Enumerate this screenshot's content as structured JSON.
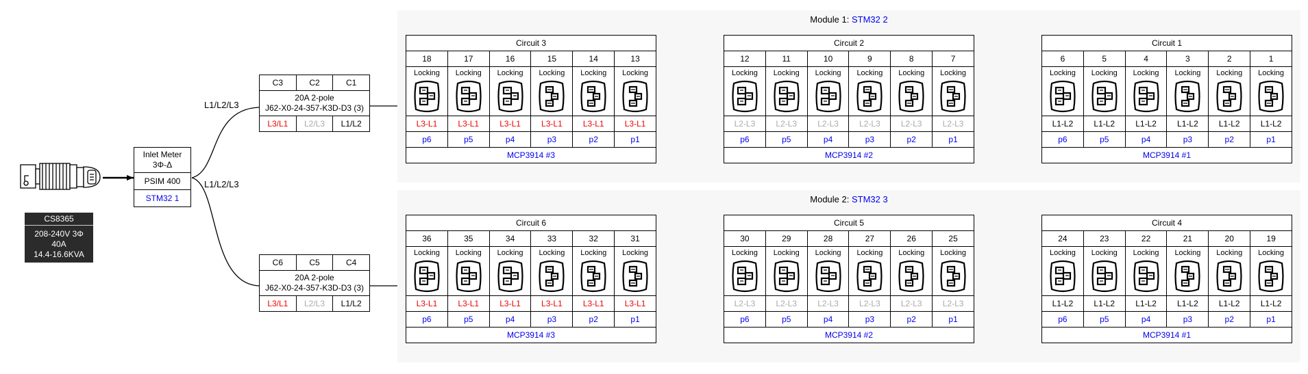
{
  "plug": {
    "icon": "power-inlet-plug-icon"
  },
  "spec_box": {
    "title": "CS8365",
    "lines": [
      "208-240V 3Φ",
      "40A",
      "14.4-16.6KVA"
    ]
  },
  "meter": {
    "title_line1": "Inlet Meter",
    "title_line2": "3Φ-Δ",
    "model": "PSIM 400",
    "mcu": "STM32 1"
  },
  "wire_labels": {
    "upper": "L1/L2/L3",
    "lower": "L1/L2/L3"
  },
  "breakers": [
    {
      "cols": [
        "C3",
        "C2",
        "C1"
      ],
      "desc_line1": "20A 2-pole",
      "desc_line2": "J62-X0-24-357-K3D-D3 (3)",
      "phases": [
        {
          "text": "L3/L1",
          "color": "red"
        },
        {
          "text": "L2/L3",
          "color": "grey"
        },
        {
          "text": "L1/L2",
          "color": "black"
        }
      ]
    },
    {
      "cols": [
        "C6",
        "C5",
        "C4"
      ],
      "desc_line1": "20A 2-pole",
      "desc_line2": "J62-X0-24-357-K3D-D3 (3)",
      "phases": [
        {
          "text": "L3/L1",
          "color": "red"
        },
        {
          "text": "L2/L3",
          "color": "grey"
        },
        {
          "text": "L1/L2",
          "color": "black"
        }
      ]
    }
  ],
  "modules": [
    {
      "title_prefix": "Module 1: ",
      "mcu": "STM32 2",
      "circuits": [
        {
          "title": "Circuit 3",
          "outlets": [
            "18",
            "17",
            "16",
            "15",
            "14",
            "13"
          ],
          "lock": "Locking",
          "phase": "L3-L1",
          "phase_color": "red",
          "pins": [
            "p6",
            "p5",
            "p4",
            "p3",
            "p2",
            "p1"
          ],
          "adc": "MCP3914 #3",
          "icons": [
            "c19",
            "c19",
            "c19",
            "c13",
            "c13",
            "c13"
          ]
        },
        {
          "title": "Circuit 2",
          "outlets": [
            "12",
            "11",
            "10",
            "9",
            "8",
            "7"
          ],
          "lock": "Locking",
          "phase": "L2-L3",
          "phase_color": "grey",
          "pins": [
            "p6",
            "p5",
            "p4",
            "p3",
            "p2",
            "p1"
          ],
          "adc": "MCP3914 #2",
          "icons": [
            "c19",
            "c19",
            "c19",
            "c13",
            "c13",
            "c13"
          ]
        },
        {
          "title": "Circuit 1",
          "outlets": [
            "6",
            "5",
            "4",
            "3",
            "2",
            "1"
          ],
          "lock": "Locking",
          "phase": "L1-L2",
          "phase_color": "black",
          "pins": [
            "p6",
            "p5",
            "p4",
            "p3",
            "p2",
            "p1"
          ],
          "adc": "MCP3914 #1",
          "icons": [
            "c19",
            "c19",
            "c19",
            "c13",
            "c13",
            "c13"
          ]
        }
      ]
    },
    {
      "title_prefix": "Module 2: ",
      "mcu": "STM32 3",
      "circuits": [
        {
          "title": "Circuit 6",
          "outlets": [
            "36",
            "35",
            "34",
            "33",
            "32",
            "31"
          ],
          "lock": "Locking",
          "phase": "L3-L1",
          "phase_color": "red",
          "pins": [
            "p6",
            "p5",
            "p4",
            "p3",
            "p2",
            "p1"
          ],
          "adc": "MCP3914 #3",
          "icons": [
            "c19",
            "c19",
            "c19",
            "c13",
            "c13",
            "c13"
          ]
        },
        {
          "title": "Circuit 5",
          "outlets": [
            "30",
            "29",
            "28",
            "27",
            "26",
            "25"
          ],
          "lock": "Locking",
          "phase": "L2-L3",
          "phase_color": "grey",
          "pins": [
            "p6",
            "p5",
            "p4",
            "p3",
            "p2",
            "p1"
          ],
          "adc": "MCP3914 #2",
          "icons": [
            "c19",
            "c19",
            "c19",
            "c13",
            "c13",
            "c13"
          ]
        },
        {
          "title": "Circuit 4",
          "outlets": [
            "24",
            "23",
            "22",
            "21",
            "20",
            "19"
          ],
          "lock": "Locking",
          "phase": "L1-L2",
          "phase_color": "black",
          "pins": [
            "p6",
            "p5",
            "p4",
            "p3",
            "p2",
            "p1"
          ],
          "adc": "MCP3914 #1",
          "icons": [
            "c19",
            "c19",
            "c19",
            "c13",
            "c13",
            "c13"
          ]
        }
      ]
    }
  ]
}
